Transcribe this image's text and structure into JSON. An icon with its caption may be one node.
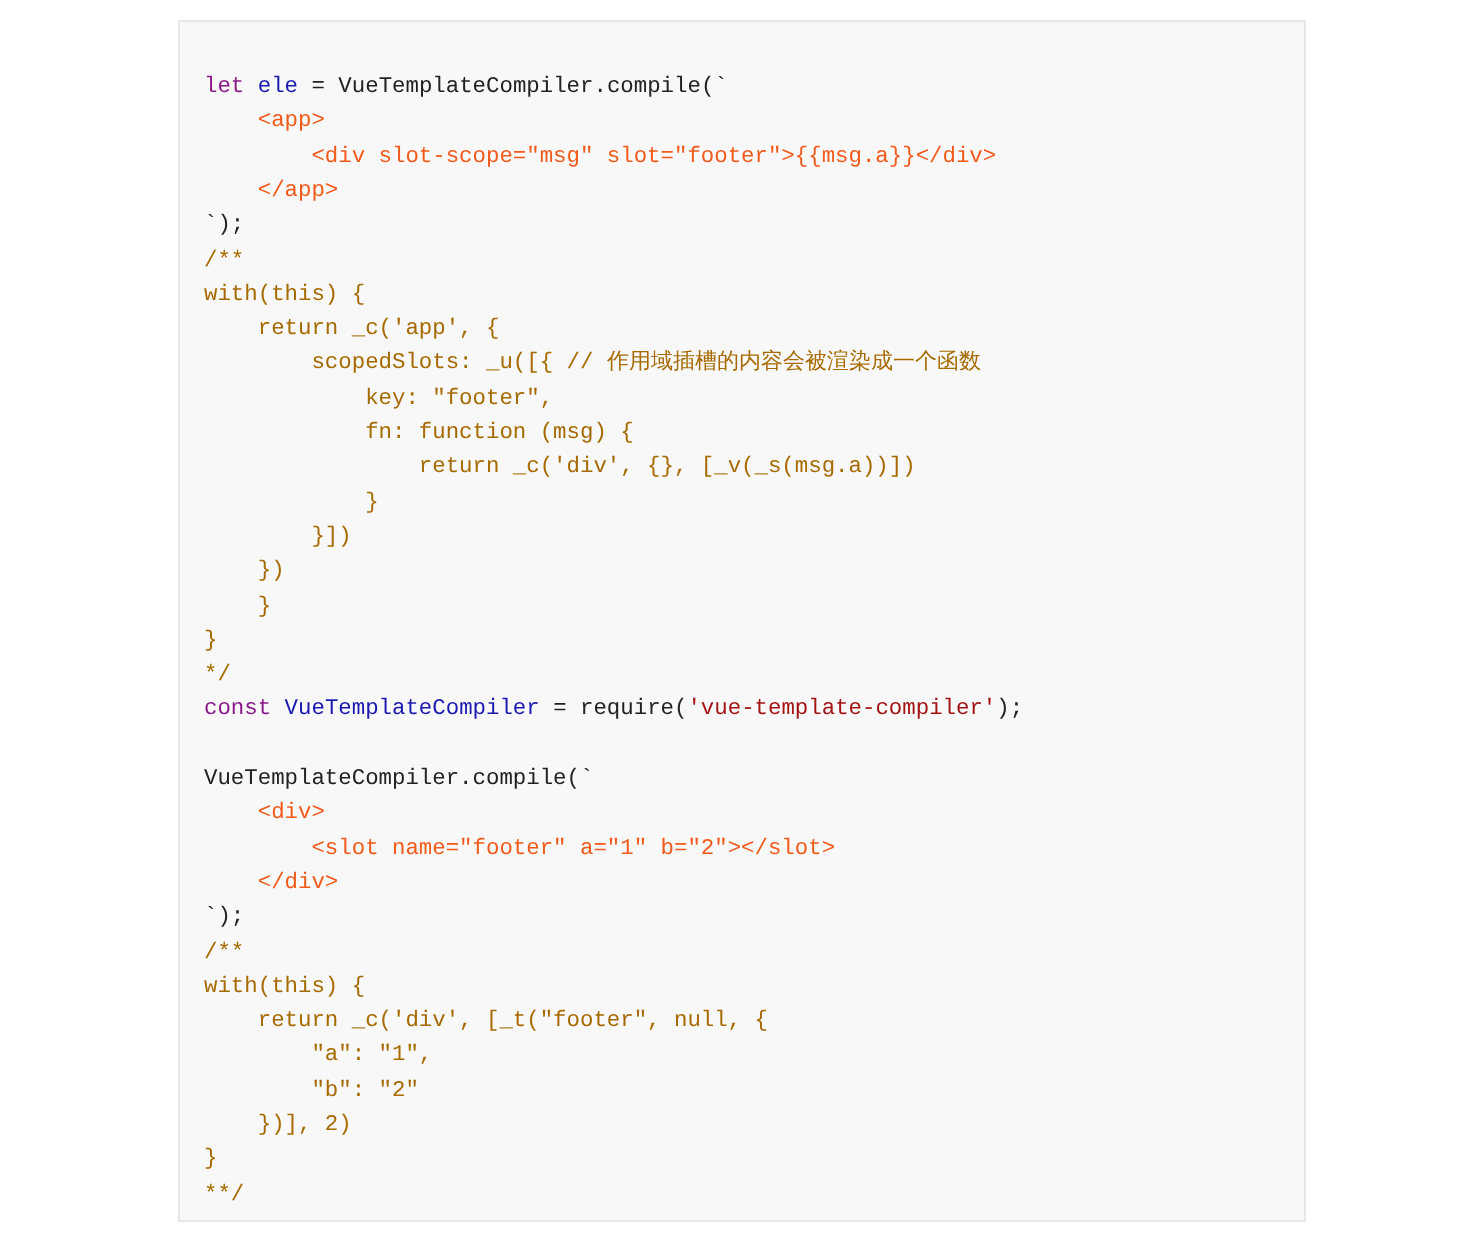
{
  "diagram": {
    "labels": [
      "let ele = VueTemplateCompiler.compile(`",
      "    <app>",
      "        <div slot-scope=\"msg\" slot=\"footer\">{{msg.a}}</div>",
      "    </app>",
      "`);",
      "/**",
      "with(this) {",
      "    return _c('app', {",
      "        scopedSlots: _u([{ // 作用域插槽的内容会被渲染成一个函数",
      "            key: \"footer\",",
      "            fn: function (msg) {",
      "                return _c('div', {}, [_v(_s(msg.a))])",
      "            }",
      "        }])",
      "    })",
      "    }",
      "}",
      "*/",
      "const VueTemplateCompiler = require('vue-template-compiler');",
      "VueTemplateCompiler.compile(`",
      "    <div>",
      "        <slot name=\"footer\" a=\"1\" b=\"2\"></slot>",
      "    </div>",
      "`);",
      "/**",
      "with(this) {",
      "    return _c('div', [_t(\"footer\", null, {",
      "        \"a\": \"1\",",
      "        \"b\": \"2\"",
      "    })], 2)",
      "}",
      "**/"
    ]
  }
}
